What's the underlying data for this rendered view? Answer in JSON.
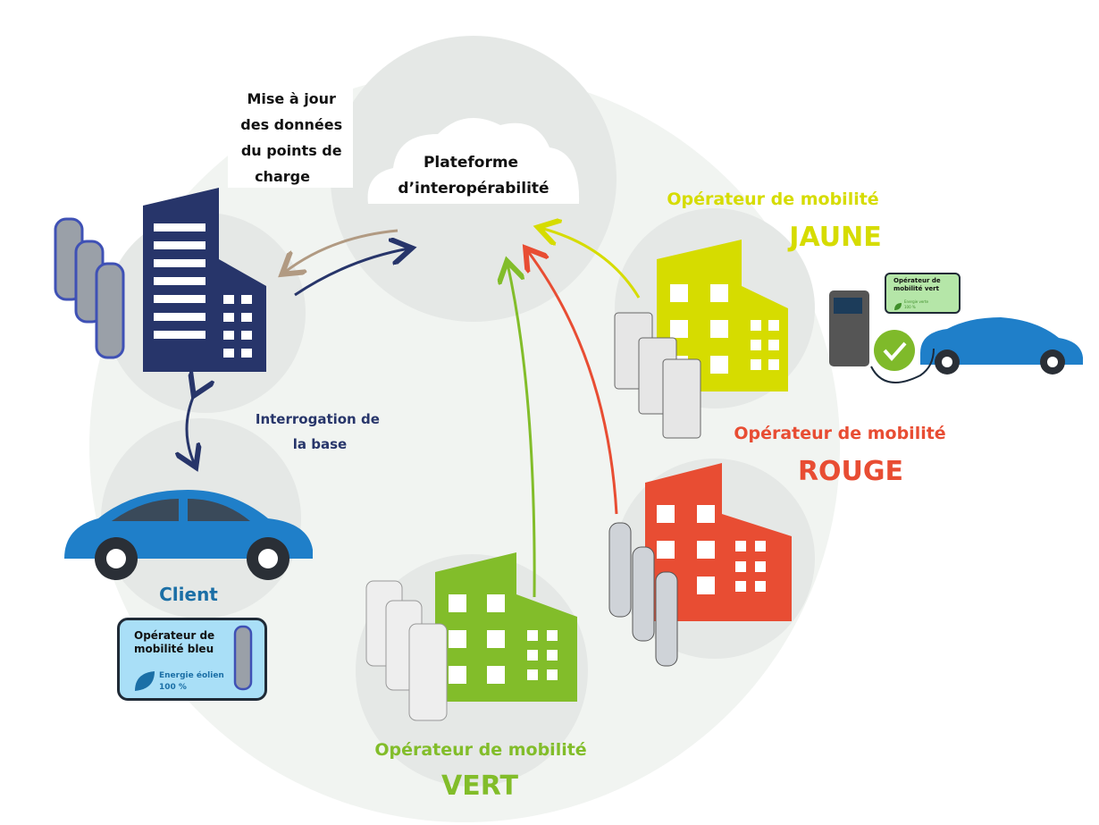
{
  "platform": {
    "label_line1": "Plateforme",
    "label_line2": "d’interopérabilité"
  },
  "update_note": {
    "line1": "Mise à jour",
    "line2": "des données",
    "line3": "du points de",
    "line4": "charge"
  },
  "query_note": {
    "line1": "Interrogation de",
    "line2": "la base"
  },
  "client": {
    "label": "Client"
  },
  "operators": {
    "yellow": {
      "title": "Opérateur de mobilité",
      "name": "JAUNE",
      "color": "#d6dc00"
    },
    "red": {
      "title": "Opérateur de mobilité",
      "name": "ROUGE",
      "color": "#e84d33"
    },
    "green": {
      "title": "Opérateur de mobilité",
      "name": "VERT",
      "color": "#82bd2a"
    },
    "blue": {
      "color": "#27356a"
    }
  },
  "blue_card": {
    "line1": "Opérateur de",
    "line2": "mobilité bleu",
    "energy1": "Energie éolien",
    "energy2": "100 %"
  },
  "green_card": {
    "line1": "Opérateur de",
    "line2": "mobilité vert",
    "energy1": "Energie verte",
    "energy2": "100 %"
  },
  "colors": {
    "client_text": "#1b6fa6",
    "car": "#1f7fc9",
    "check": "#7fba2a",
    "circle": "#e5e8e6",
    "update_arrow": "#b19a82"
  }
}
